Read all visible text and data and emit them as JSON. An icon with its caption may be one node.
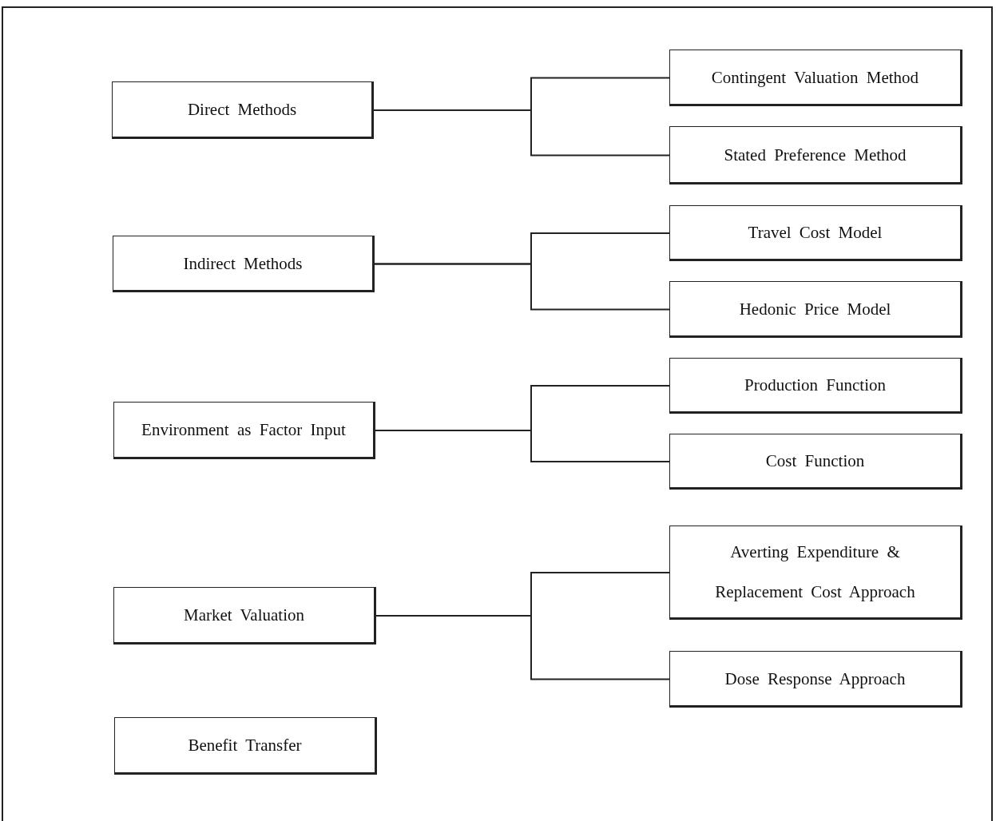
{
  "diagram": {
    "nodes": [
      {
        "text": [
          "Direct Methods"
        ]
      },
      {
        "text": [
          "Contingent Valuation Method"
        ]
      },
      {
        "text": [
          "Stated Preference Method"
        ]
      },
      {
        "text": [
          "Indirect Methods"
        ]
      },
      {
        "text": [
          "Travel Cost Model"
        ]
      },
      {
        "text": [
          "Hedonic Price Model"
        ]
      },
      {
        "text": [
          "Environment as Factor Input"
        ]
      },
      {
        "text": [
          "Production Function"
        ]
      },
      {
        "text": [
          "Cost Function"
        ]
      },
      {
        "text": [
          "Market Valuation"
        ]
      },
      {
        "text": [
          "Averting Expenditure & Replacement Cost Approach"
        ]
      },
      {
        "text": [
          "Dose Response Approach"
        ]
      },
      {
        "text": [
          "Benefit Transfer"
        ]
      }
    ],
    "edges": [
      {
        "from": 0,
        "to": 1,
        "arrow": "none"
      },
      {
        "from": 0,
        "to": 2,
        "arrow": "none"
      },
      {
        "from": 3,
        "to": 4,
        "arrow": "none"
      },
      {
        "from": 3,
        "to": 5,
        "arrow": "none"
      },
      {
        "from": 6,
        "to": 7,
        "arrow": "none"
      },
      {
        "from": 6,
        "to": 8,
        "arrow": "none"
      },
      {
        "from": 9,
        "to": 10,
        "arrow": "none"
      },
      {
        "from": 9,
        "to": 11,
        "arrow": "none"
      }
    ]
  }
}
